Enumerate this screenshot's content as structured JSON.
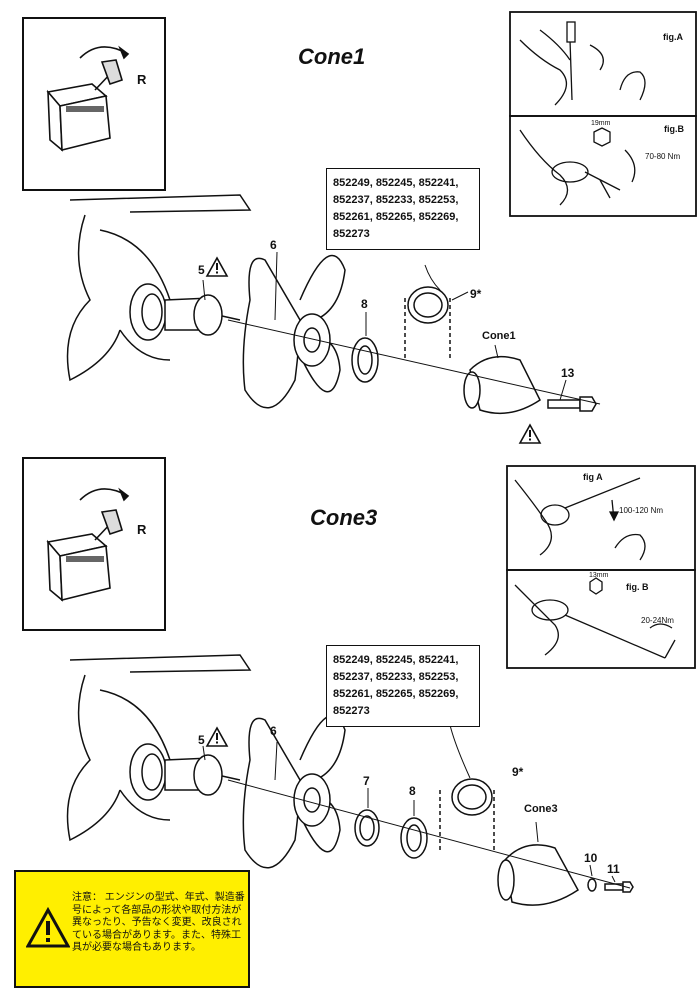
{
  "upper": {
    "title": "Cone1",
    "lever_label": "R",
    "part_numbers": "852249, 852245, 852241,\n852237, 852233, 852253,\n852261, 852265, 852269,\n852273",
    "fig_a_label": "fig.A",
    "fig_b_label": "fig.B",
    "fig_b_size": "19mm",
    "fig_b_torque": "70-80 Nm",
    "callouts": {
      "p5": "5",
      "p6": "6",
      "p8": "8",
      "p9": "9*",
      "cone": "Cone1",
      "p13": "13"
    }
  },
  "lower": {
    "title": "Cone3",
    "lever_label": "R",
    "part_numbers": "852249, 852245, 852241,\n852237, 852233, 852253,\n852261, 852265, 852269,\n852273",
    "fig_a_label": "fig A",
    "fig_a_torque": "100-120 Nm",
    "fig_b_label": "fig. B",
    "fig_b_size": "13mm",
    "fig_b_torque": "20-24Nm",
    "callouts": {
      "p5": "5",
      "p6": "6",
      "p7": "7",
      "p8": "8",
      "p9": "9*",
      "cone": "Cone3",
      "p10": "10",
      "p11": "11"
    }
  },
  "warning": {
    "text": "注意： エンジンの型式、年式、製造番号によって各部品の形状や取付方法が異なったり、予告なく変更、改良されている場合があります。また、特殊工具が必要な場合もあります。",
    "background": "#ffef00",
    "icon": "warning-triangle-icon"
  }
}
